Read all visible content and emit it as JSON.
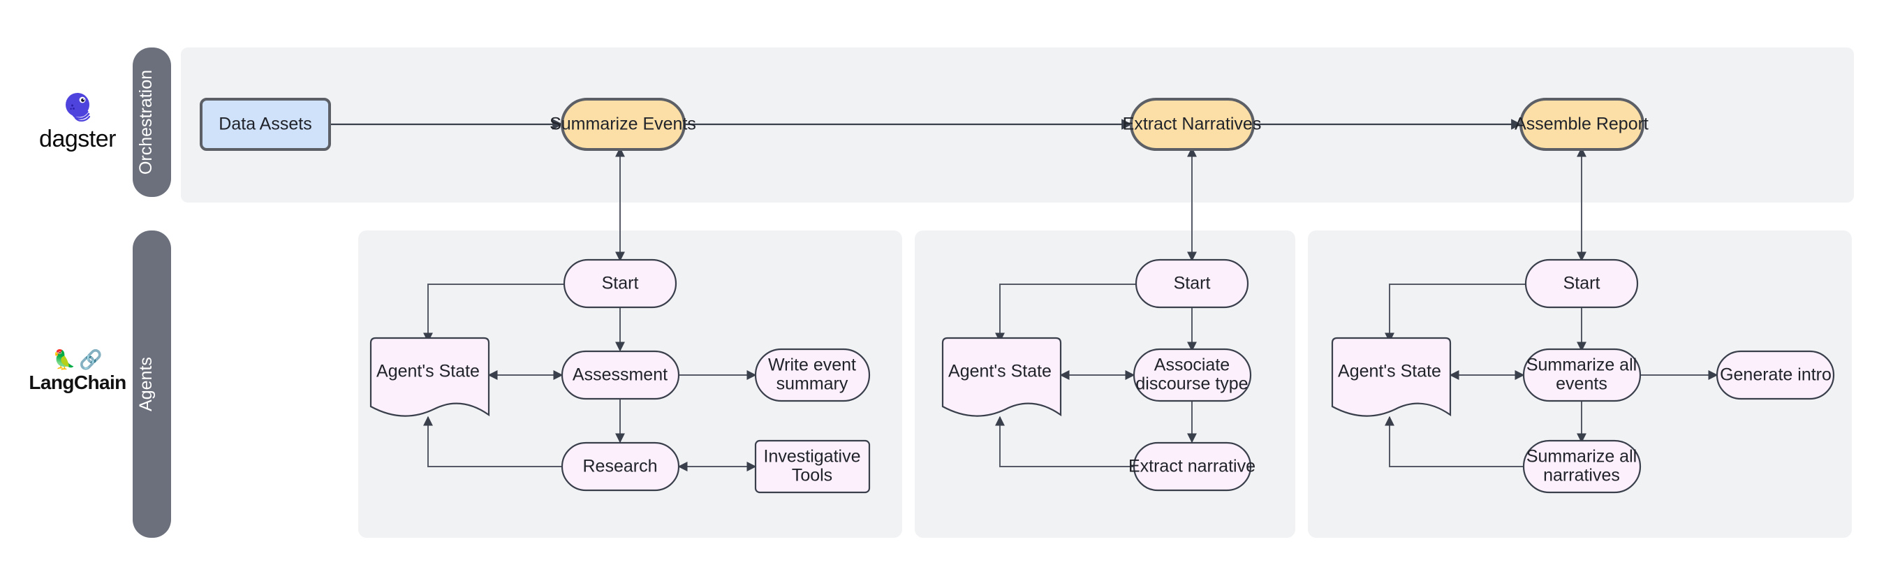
{
  "diagram": {
    "title": "Dagster orchestration with LangChain agents",
    "colors": {
      "canvas": "#ffffff",
      "panel": "#f1f2f4",
      "lane_bar": "#6b707c",
      "lane_bar_text": "#ffffff",
      "orchestration_node_fill": "#fcdfa6",
      "orchestration_node_stroke": "#5c6066",
      "asset_node_fill": "#cfe2fa",
      "agent_node_fill": "#fcf0fc",
      "agent_node_stroke": "#3a3f4c",
      "edge": "#3a3f4c",
      "dagster_purple": "#4f43dd"
    }
  },
  "brands": {
    "dagster": {
      "name": "dagster",
      "icon": "dagster-whale-icon"
    },
    "langchain": {
      "name": "LangChain",
      "icons": [
        "parrot-icon",
        "chain-link-icon"
      ]
    }
  },
  "lanes": [
    {
      "id": "orchestration",
      "label": "Orchestration"
    },
    {
      "id": "agents",
      "label": "Agents"
    }
  ],
  "orchestration": {
    "nodes": [
      {
        "id": "data-assets",
        "label": "Data Assets",
        "shape": "rect",
        "kind": "asset"
      },
      {
        "id": "summarize-events",
        "label": "Summarize Events",
        "shape": "stadium",
        "kind": "op"
      },
      {
        "id": "extract-narratives",
        "label": "Extract Narratives",
        "shape": "stadium",
        "kind": "op"
      },
      {
        "id": "assemble-report",
        "label": "Assemble Report",
        "shape": "stadium",
        "kind": "op"
      }
    ],
    "edges": [
      {
        "from": "data-assets",
        "to": "summarize-events",
        "dir": "forward"
      },
      {
        "from": "summarize-events",
        "to": "extract-narratives",
        "dir": "forward"
      },
      {
        "from": "extract-narratives",
        "to": "assemble-report",
        "dir": "forward"
      }
    ]
  },
  "agent_groups": [
    {
      "id": "summarize-events-agent",
      "linked_op": "summarize-events",
      "nodes": [
        {
          "id": "g1-start",
          "label": "Start",
          "shape": "stadium"
        },
        {
          "id": "g1-state",
          "label": "Agent's State",
          "shape": "document"
        },
        {
          "id": "g1-assessment",
          "label": "Assessment",
          "shape": "stadium"
        },
        {
          "id": "g1-write",
          "label": "Write event\nsummary",
          "shape": "stadium"
        },
        {
          "id": "g1-research",
          "label": "Research",
          "shape": "stadium"
        },
        {
          "id": "g1-tools",
          "label": "Investigative\nTools",
          "shape": "rect"
        }
      ],
      "edges": [
        {
          "from": "g1-start",
          "to": "g1-state",
          "dir": "forward"
        },
        {
          "from": "g1-start",
          "to": "g1-assessment",
          "dir": "forward"
        },
        {
          "from": "g1-state",
          "to": "g1-assessment",
          "dir": "both"
        },
        {
          "from": "g1-assessment",
          "to": "g1-write",
          "dir": "forward"
        },
        {
          "from": "g1-assessment",
          "to": "g1-research",
          "dir": "forward"
        },
        {
          "from": "g1-research",
          "to": "g1-tools",
          "dir": "both"
        },
        {
          "from": "g1-research",
          "to": "g1-state",
          "dir": "forward"
        }
      ]
    },
    {
      "id": "extract-narratives-agent",
      "linked_op": "extract-narratives",
      "nodes": [
        {
          "id": "g2-start",
          "label": "Start",
          "shape": "stadium"
        },
        {
          "id": "g2-state",
          "label": "Agent's State",
          "shape": "document"
        },
        {
          "id": "g2-associate",
          "label": "Associate\ndiscourse type",
          "shape": "stadium"
        },
        {
          "id": "g2-extract",
          "label": "Extract narrative",
          "shape": "stadium"
        }
      ],
      "edges": [
        {
          "from": "g2-start",
          "to": "g2-state",
          "dir": "forward"
        },
        {
          "from": "g2-start",
          "to": "g2-associate",
          "dir": "forward"
        },
        {
          "from": "g2-state",
          "to": "g2-associate",
          "dir": "both"
        },
        {
          "from": "g2-associate",
          "to": "g2-extract",
          "dir": "forward"
        },
        {
          "from": "g2-extract",
          "to": "g2-state",
          "dir": "forward"
        }
      ]
    },
    {
      "id": "assemble-report-agent",
      "linked_op": "assemble-report",
      "nodes": [
        {
          "id": "g3-start",
          "label": "Start",
          "shape": "stadium"
        },
        {
          "id": "g3-state",
          "label": "Agent's State",
          "shape": "document"
        },
        {
          "id": "g3-sum-ev",
          "label": "Summarize all\nevents",
          "shape": "stadium"
        },
        {
          "id": "g3-intro",
          "label": "Generate intro",
          "shape": "stadium"
        },
        {
          "id": "g3-sum-narr",
          "label": "Summarize all\nnarratives",
          "shape": "stadium"
        }
      ],
      "edges": [
        {
          "from": "g3-start",
          "to": "g3-state",
          "dir": "forward"
        },
        {
          "from": "g3-start",
          "to": "g3-sum-ev",
          "dir": "forward"
        },
        {
          "from": "g3-state",
          "to": "g3-sum-ev",
          "dir": "both"
        },
        {
          "from": "g3-sum-ev",
          "to": "g3-intro",
          "dir": "forward"
        },
        {
          "from": "g3-sum-ev",
          "to": "g3-sum-narr",
          "dir": "forward"
        },
        {
          "from": "g3-sum-narr",
          "to": "g3-state",
          "dir": "forward"
        }
      ]
    }
  ],
  "cross_lane_edges": [
    {
      "from": "summarize-events",
      "to": "g1-start",
      "dir": "both"
    },
    {
      "from": "extract-narratives",
      "to": "g2-start",
      "dir": "both"
    },
    {
      "from": "assemble-report",
      "to": "g3-start",
      "dir": "both"
    }
  ]
}
